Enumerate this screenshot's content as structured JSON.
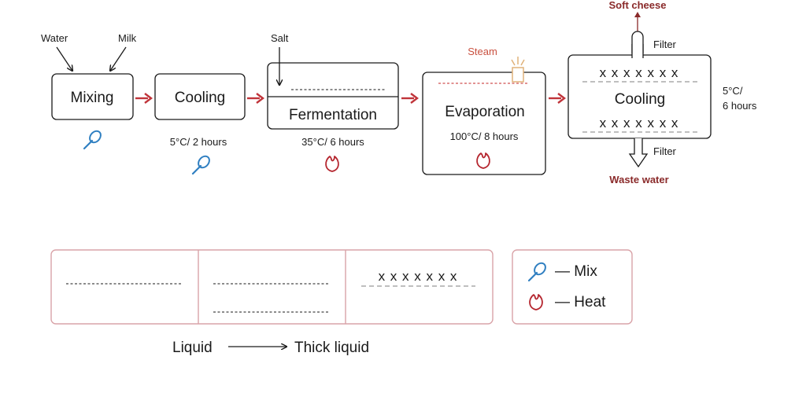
{
  "inputs": {
    "water": "Water",
    "milk": "Milk",
    "salt": "Salt"
  },
  "steps": {
    "mixing": {
      "title": "Mixing"
    },
    "cooling1": {
      "title": "Cooling",
      "condition": "5°C/ 2 hours"
    },
    "fermentation": {
      "title": "Fermentation",
      "condition": "35°C/ 6 hours"
    },
    "evaporation": {
      "title": "Evaporation",
      "condition": "100°C/ 8 hours",
      "byproduct": "Steam"
    },
    "cooling2": {
      "title": "Cooling",
      "condition_line1": "5°C/",
      "condition_line2": "6 hours",
      "marks": "x x x x x x x",
      "filter_top": "Filter",
      "filter_bottom": "Filter",
      "output_top": "Soft cheese",
      "output_bottom": "Waste water"
    }
  },
  "legend": {
    "mix": "— Mix",
    "heat": "— Heat"
  },
  "consistency": {
    "marks": "x x x x x x x",
    "from": "Liquid",
    "to": "Thick liquid"
  },
  "colors": {
    "arrow": "#c0343a",
    "mix_icon": "#2f7fc1",
    "heat_icon": "#b5262f",
    "panel_border": "#d9a3a8"
  }
}
